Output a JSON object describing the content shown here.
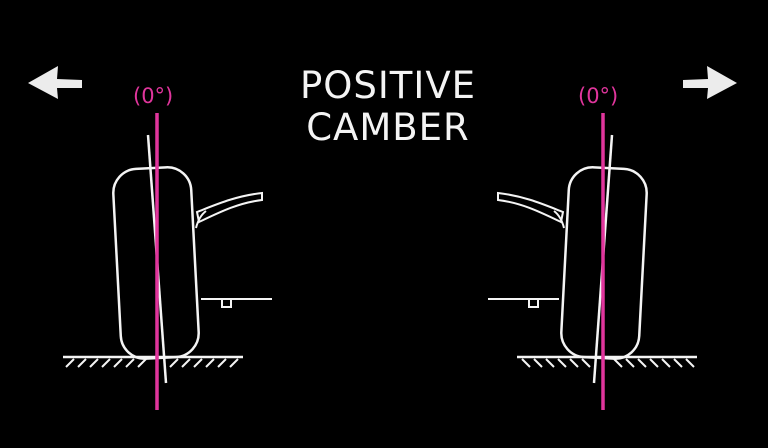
{
  "title": {
    "line1": "POSITIVE",
    "line2": "CAMBER"
  },
  "left_wheel": {
    "reference_label": "(0°)"
  },
  "right_wheel": {
    "reference_label": "(0°)"
  },
  "icons": {
    "left": "arrow-left-icon",
    "right": "arrow-right-icon"
  },
  "colors": {
    "background": "#000000",
    "drawing": "#f4f4f4",
    "reference": "#e0359c"
  }
}
